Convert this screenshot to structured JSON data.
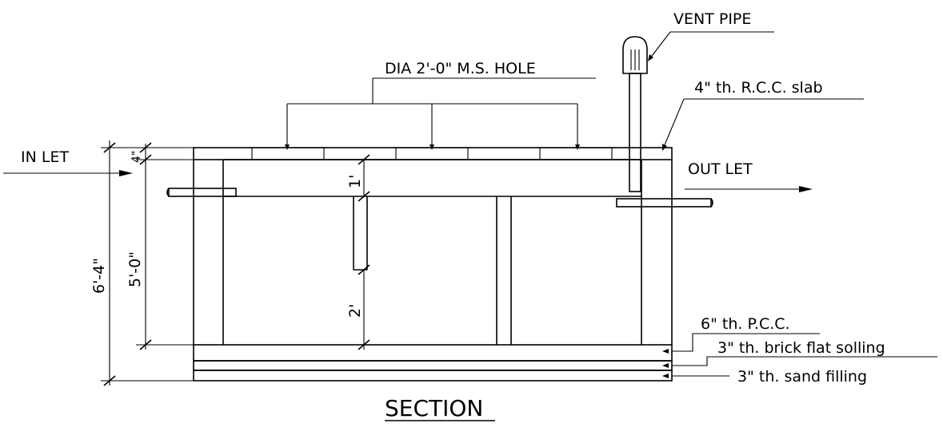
{
  "labels": {
    "vent_pipe": "VENT PIPE",
    "ms_hole": "DIA 2'-0\" M.S. HOLE",
    "rcc_slab": "4\" th. R.C.C. slab",
    "inlet": "IN LET",
    "outlet": "OUT LET",
    "pcc": "6\" th. P.C.C.",
    "brick_soling": "3\" th. brick flat solling",
    "sand_filling": "3\" th. sand filling",
    "section_title": "SECTION"
  },
  "dimensions": {
    "overall_height": "6'-4\"",
    "liquid_depth": "5'-0\"",
    "slab": "4\"",
    "baffle_top": "1'",
    "baffle_bottom": "2'"
  }
}
